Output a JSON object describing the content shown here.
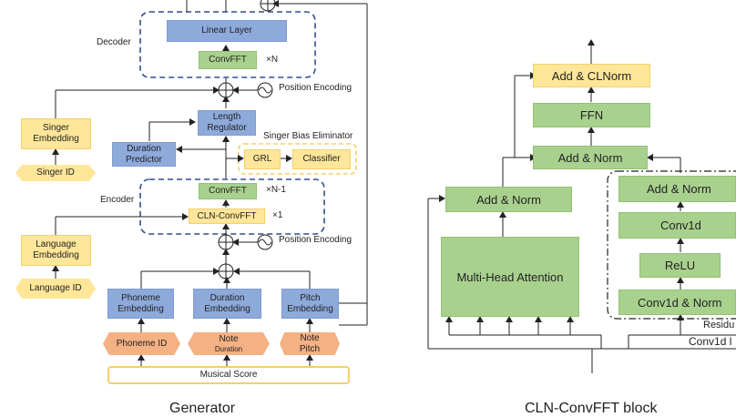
{
  "generator": {
    "caption": "Generator",
    "decoder_label": "Decoder",
    "encoder_label": "Encoder",
    "linear_layer": "Linear Layer",
    "convfft_decoder": "ConvFFT",
    "times_n": "×N",
    "position_encoding_top": "Position Encoding",
    "position_encoding_bottom": "Position Encoding",
    "length_regulator": "Length Regulator",
    "singer_embedding": "Singer Embedding",
    "singer_id": "Singer ID",
    "duration_predictor": "Duration Predictor",
    "singer_bias_eliminator": "Singer Bias Eliminator",
    "grl": "GRL",
    "classifier": "Classifier",
    "convfft_encoder": "ConvFFT",
    "times_n_minus_1": "×N-1",
    "cln_convfft": "CLN-ConvFFT",
    "times_1": "×1",
    "language_embedding": "Language Embedding",
    "language_id": "Language ID",
    "phoneme_embedding": "Phoneme Embedding",
    "duration_embedding": "Duration Embedding",
    "pitch_embedding": "Pitch Embedding",
    "phoneme_id": "Phoneme ID",
    "note_duration_1": "Note",
    "note_duration_2": "Duration",
    "note_pitch_1": "Note",
    "note_pitch_2": "Pitch",
    "musical_score": "Musical Score"
  },
  "cln_block": {
    "caption": "CLN-ConvFFT block",
    "add_cln": "Add & CLNorm",
    "ffn": "FFN",
    "add_norm_top": "Add & Norm",
    "add_norm_left": "Add & Norm",
    "mha": "Multi-Head Attention",
    "add_norm_right": "Add & Norm",
    "conv1d": "Conv1d",
    "relu": "ReLU",
    "conv1d_norm": "Conv1d & Norm",
    "residual_cut": "Residu",
    "conv1d_cut": "Conv1d l"
  }
}
